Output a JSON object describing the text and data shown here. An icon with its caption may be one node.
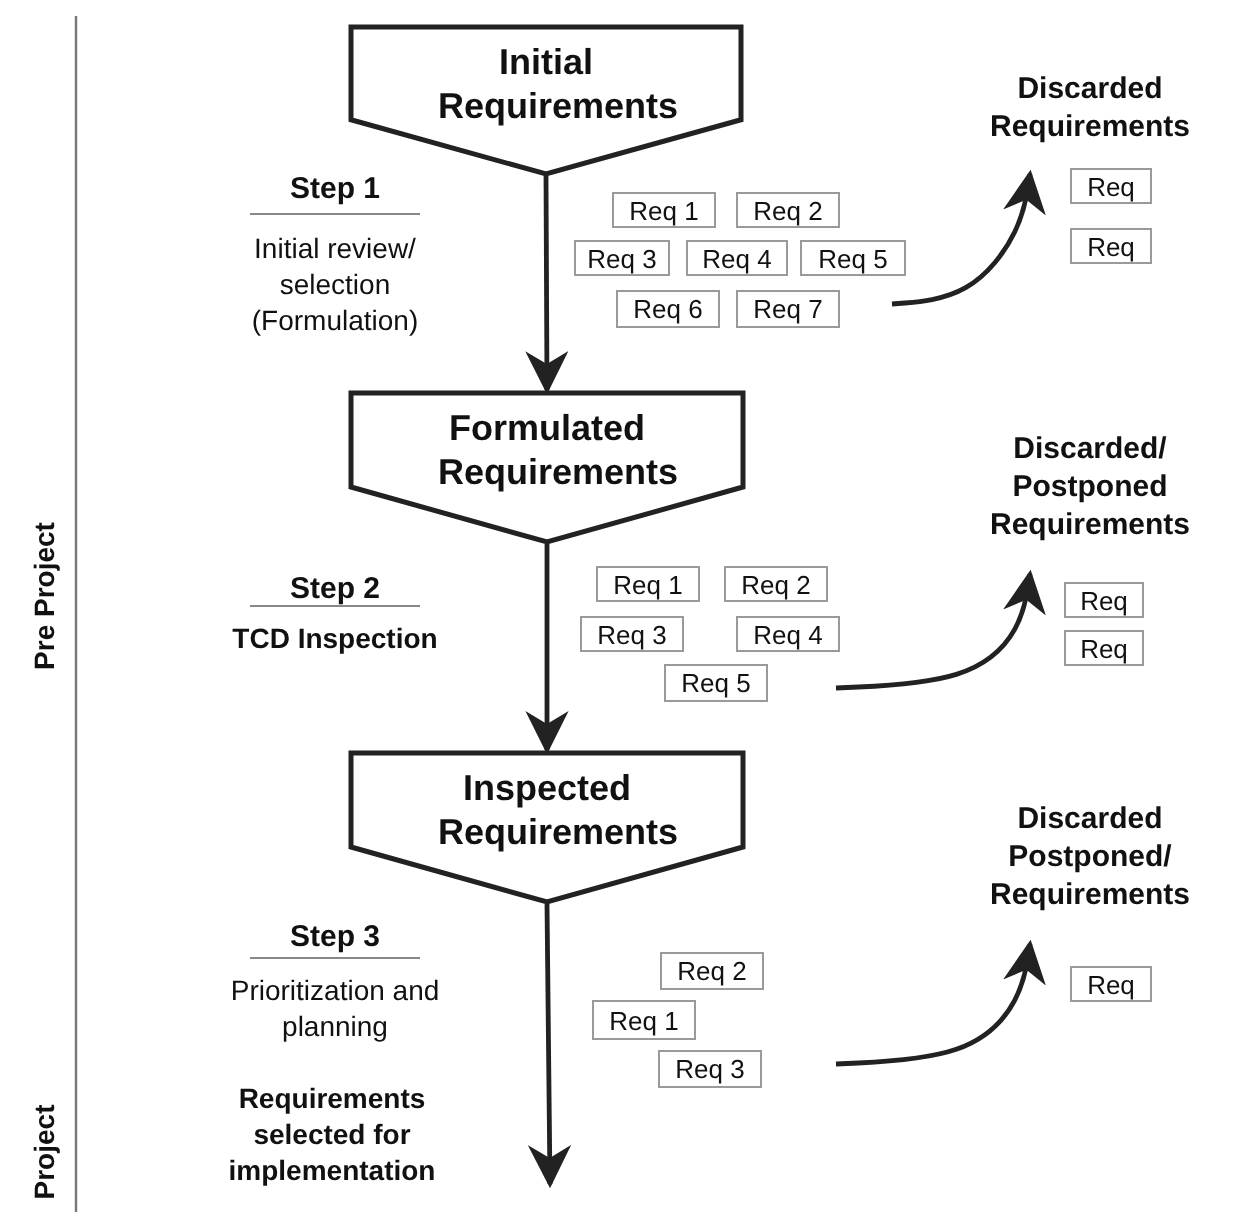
{
  "diagram": {
    "nodes": [
      {
        "text": [
          "Initial Requirements"
        ]
      },
      {
        "text": [
          "Discarded Requirements"
        ]
      },
      {
        "text": [
          "Req 1"
        ]
      },
      {
        "text": [
          "Req 2"
        ]
      },
      {
        "text": [
          "Req 3"
        ]
      },
      {
        "text": [
          "Req 4"
        ]
      },
      {
        "text": [
          "Req 5"
        ]
      },
      {
        "text": [
          "Req 6"
        ]
      },
      {
        "text": [
          "Req 7"
        ]
      },
      {
        "text": [
          "Req"
        ]
      },
      {
        "text": [
          "Req"
        ]
      },
      {
        "text": [
          "Formulated Requirements"
        ]
      },
      {
        "text": [
          "Discarded/ Postponed Requirements"
        ]
      },
      {
        "text": [
          "Req 1"
        ]
      },
      {
        "text": [
          "Req 2"
        ]
      },
      {
        "text": [
          "Req 3"
        ]
      },
      {
        "text": [
          "Req 4"
        ]
      },
      {
        "text": [
          "Req 5"
        ]
      },
      {
        "text": [
          "Req"
        ]
      },
      {
        "text": [
          "Req"
        ]
      },
      {
        "text": [
          "Inspected Requirements"
        ]
      },
      {
        "text": [
          "Discarded Postponed/ Requirements"
        ]
      },
      {
        "text": [
          "Req 2"
        ]
      },
      {
        "text": [
          "Req 1"
        ]
      },
      {
        "text": [
          "Req 3"
        ]
      },
      {
        "text": [
          "Req"
        ]
      }
    ],
    "edges": [
      {
        "from": 0,
        "to": 11,
        "arrow": "to"
      },
      {
        "from": null,
        "to": 1,
        "arrow": "to"
      },
      {
        "from": 11,
        "to": 20,
        "arrow": "to"
      },
      {
        "from": null,
        "to": 12,
        "arrow": "to"
      },
      {
        "from": 20,
        "to": null,
        "arrow": "to"
      },
      {
        "from": null,
        "to": 21,
        "arrow": "to"
      }
    ],
    "labels": [
      "Step 1",
      "Initial review/ selection (Formulation)",
      "Pre Project",
      "Step 2",
      "TCD Inspection",
      "Step 3",
      "Prioritization and planning",
      "Requirements selected for implementation",
      "Project"
    ]
  }
}
